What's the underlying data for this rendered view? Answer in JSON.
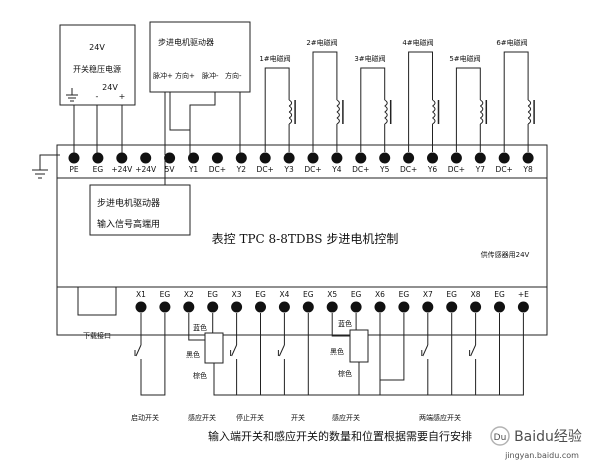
{
  "power_supply": {
    "title": "24V",
    "name": "开关稳压电源",
    "voltage": "24V",
    "terminals": [
      "-",
      "+"
    ]
  },
  "stepper_driver_top": {
    "title": "步进电机驱动器",
    "terminals": [
      "脉冲+",
      "方向+",
      "脉冲-",
      "方向-"
    ]
  },
  "valves": [
    {
      "label": "1#电磁阀"
    },
    {
      "label": "2#电磁阀"
    },
    {
      "label": "3#电磁阀"
    },
    {
      "label": "4#电磁阀"
    },
    {
      "label": "5#电磁阀"
    },
    {
      "label": "6#电磁阀"
    }
  ],
  "top_terminals": [
    "PE",
    "EG",
    "+24V",
    "+24V",
    "5V",
    "Y1",
    "DC+",
    "Y2",
    "DC+",
    "Y3",
    "DC+",
    "Y4",
    "DC+",
    "Y5",
    "DC+",
    "Y6",
    "DC+",
    "Y7",
    "DC+",
    "Y8"
  ],
  "callout": {
    "line1": "步进电机驱动器",
    "line2": "输入信号高端用"
  },
  "controller_title": "表控 TPC 8-8TDBS 步进电机控制",
  "sensor_power_note": "供传感器用24V",
  "bottom_terminals": [
    "X1",
    "EG",
    "X2",
    "EG",
    "X3",
    "EG",
    "X4",
    "EG",
    "X5",
    "EG",
    "X6",
    "EG",
    "X7",
    "EG",
    "X8",
    "EG",
    "+E"
  ],
  "download_port": "下载接口",
  "sensor_wires": [
    "蓝色",
    "黑色",
    "棕色"
  ],
  "switch_labels": [
    "启动开关",
    "感应开关",
    "停止开关",
    "开关",
    "感应开关",
    "两端感应开关"
  ],
  "footer": "输入端开关和感应开关的数量和位置根据需要自行安排",
  "watermark": "Baidu经验",
  "watermark_url": "jingyan.baidu.com"
}
